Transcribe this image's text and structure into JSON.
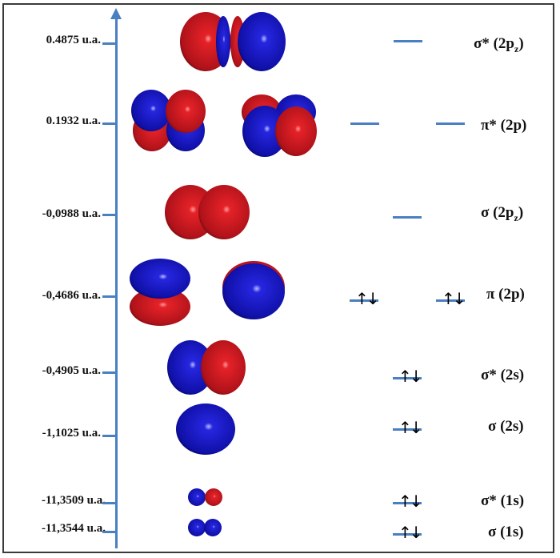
{
  "diagram": {
    "type": "molecular-orbital-energy-diagram",
    "axis": {
      "color": "#4a7fc1",
      "direction": "up"
    },
    "colors": {
      "positive_lobe": "#d0181c",
      "negative_lobe": "#1c1cc8",
      "level_line": "#4a7fc1",
      "border": "#3a3a3a"
    },
    "levels": [
      {
        "energy": "0.4875 u.a.",
        "label": "σ* (2p",
        "sub": "z",
        "close": ")",
        "occupied": false,
        "count": 1
      },
      {
        "energy": "0.1932 u.a.",
        "label": "π* (2p)",
        "sub": "",
        "close": "",
        "occupied": false,
        "count": 2
      },
      {
        "energy": "-0,0988 u.a.",
        "label": "σ (2p",
        "sub": "z",
        "close": ")",
        "occupied": false,
        "count": 1
      },
      {
        "energy": "-0,4686 u.a.",
        "label": "π (2p)",
        "sub": "",
        "close": "",
        "occupied": true,
        "count": 2
      },
      {
        "energy": "-0,4905 u.a.",
        "label": "σ* (2s)",
        "sub": "",
        "close": "",
        "occupied": true,
        "count": 1
      },
      {
        "energy": "-1,1025 u.a.",
        "label": "σ (2s)",
        "sub": "",
        "close": "",
        "occupied": true,
        "count": 1
      },
      {
        "energy": "-11,3509 u.a.",
        "label": "σ* (1s)",
        "sub": "",
        "close": "",
        "occupied": true,
        "count": 1
      },
      {
        "energy": "-11,3544 u.a.",
        "label": "σ (1s)",
        "sub": "",
        "close": "",
        "occupied": true,
        "count": 1
      }
    ],
    "spin_pair": "↑↓"
  }
}
